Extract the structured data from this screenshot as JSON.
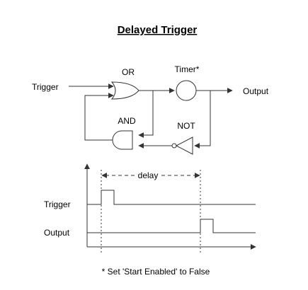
{
  "diagram": {
    "title": "Delayed Trigger",
    "logic": {
      "input_label": "Trigger",
      "output_label": "Output",
      "or_label": "OR",
      "and_label": "AND",
      "not_label": "NOT",
      "timer_label": "Timer*"
    },
    "timing": {
      "delay_label": "delay",
      "trigger_label": "Trigger",
      "output_label": "Output"
    },
    "footnote": "* Set 'Start Enabled' to False",
    "colors": {
      "line": "#333333",
      "text": "#000000",
      "background": "#ffffff"
    }
  }
}
